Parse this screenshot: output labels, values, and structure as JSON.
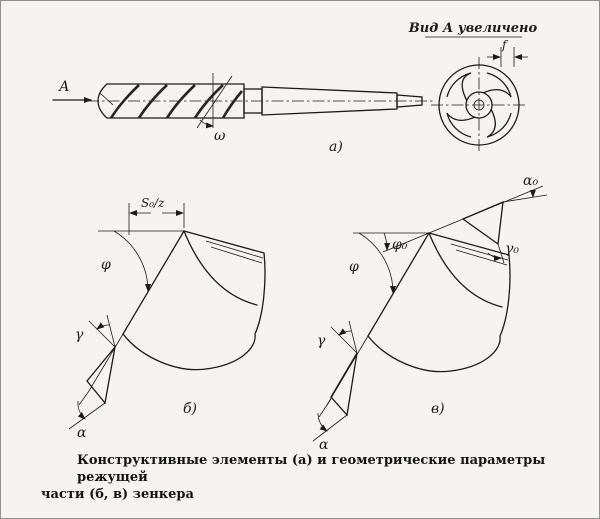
{
  "palette": {
    "ink": "#1b1b1b",
    "rust": "#8a4a2a",
    "bg": "#f5f4f1"
  },
  "figure": {
    "view_label": "Вид А увеличено",
    "dim_f": "f",
    "arrow_a": "А",
    "omega": "ω",
    "sub_a": "а)",
    "sub_b": "б)",
    "sub_v": "в)",
    "dim_s0z": "S₀/z",
    "phi": "φ",
    "phi0": "φ₀",
    "gamma": "γ",
    "gamma0": "γ₀",
    "alpha": "α",
    "alpha0": "α₀"
  },
  "caption": {
    "line1": "Конструктивные элементы (а) и геометрические параметры режущей",
    "line2": "части (б, в) зенкера"
  }
}
